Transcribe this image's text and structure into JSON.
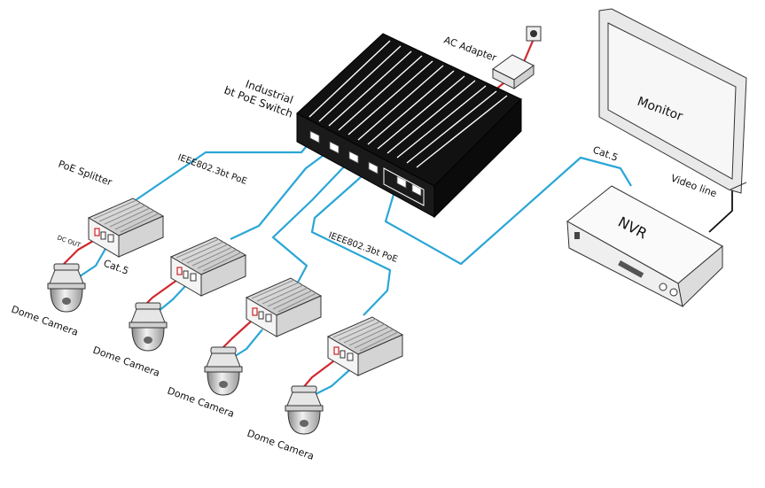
{
  "labels": {
    "ac_adapter": "AC Adapter",
    "switch_line1": "Industrial",
    "switch_line2": "bt PoE Switch",
    "monitor": "Monitor",
    "nvr": "NVR",
    "poe_splitter": "PoE Splitter",
    "ieee_top": "IEEE802.3bt PoE",
    "ieee_bottom": "IEEE802.3bt PoE",
    "cat5_nvr": "Cat.5",
    "cat5_splitter": "Cat.5",
    "video_line": "Video line",
    "dc_out": "DC OUT",
    "dome_camera_1": "Dome Camera",
    "dome_camera_2": "Dome Camera",
    "dome_camera_3": "Dome Camera",
    "dome_camera_4": "Dome Camera"
  },
  "colors": {
    "network_cable": "#2aa6d6",
    "dc_cable": "#d0282e",
    "device_outline": "#222222",
    "switch_body": "#111111"
  },
  "icons": [
    "poe-switch-icon",
    "ac-adapter-icon",
    "wall-outlet-icon",
    "monitor-icon",
    "nvr-icon",
    "poe-splitter-icon",
    "dome-camera-icon"
  ]
}
